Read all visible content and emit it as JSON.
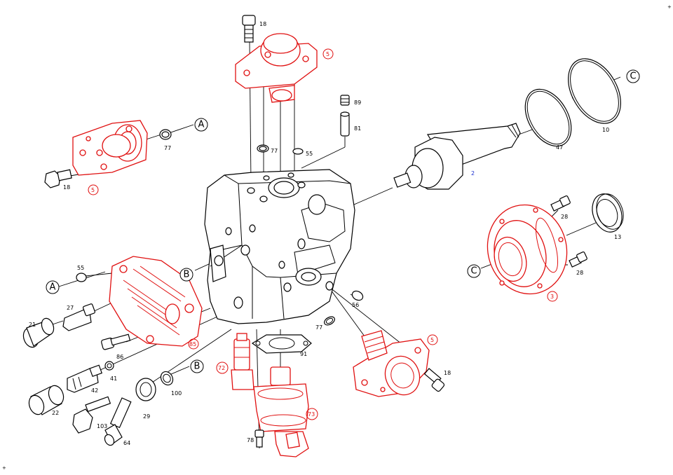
{
  "colors": {
    "line": "#000000",
    "highlight": "#e01010",
    "blue_label": "#1a2fd0",
    "background": "#ffffff"
  },
  "corner_marks": {
    "top_right": "+",
    "bottom_left": "+"
  },
  "refs": {
    "a1": "A",
    "a2": "A",
    "b1": "B",
    "b2": "B",
    "c1": "C",
    "c2": "C"
  },
  "labels": {
    "l18_top": "18",
    "l5_top": "5",
    "l89": "89",
    "l81": "81",
    "l77_mid": "77",
    "l55_mid": "55",
    "l77_left": "77",
    "l18_left": "18",
    "l5_left": "5",
    "l2": "2",
    "l47": "47",
    "l10": "10",
    "l28_a": "28",
    "l28_b": "28",
    "l13": "13",
    "l3": "3",
    "l55_left": "55",
    "l27": "27",
    "l21": "21",
    "l85": "85",
    "l86": "86",
    "l41": "41",
    "l42": "42",
    "l22": "22",
    "l103": "103",
    "l29": "29",
    "l64": "64",
    "l100": "100",
    "l72": "72",
    "l91": "91",
    "l73": "73",
    "l78": "78",
    "l56": "56",
    "l77_right": "77",
    "l5_right": "5",
    "l18_right": "18"
  }
}
